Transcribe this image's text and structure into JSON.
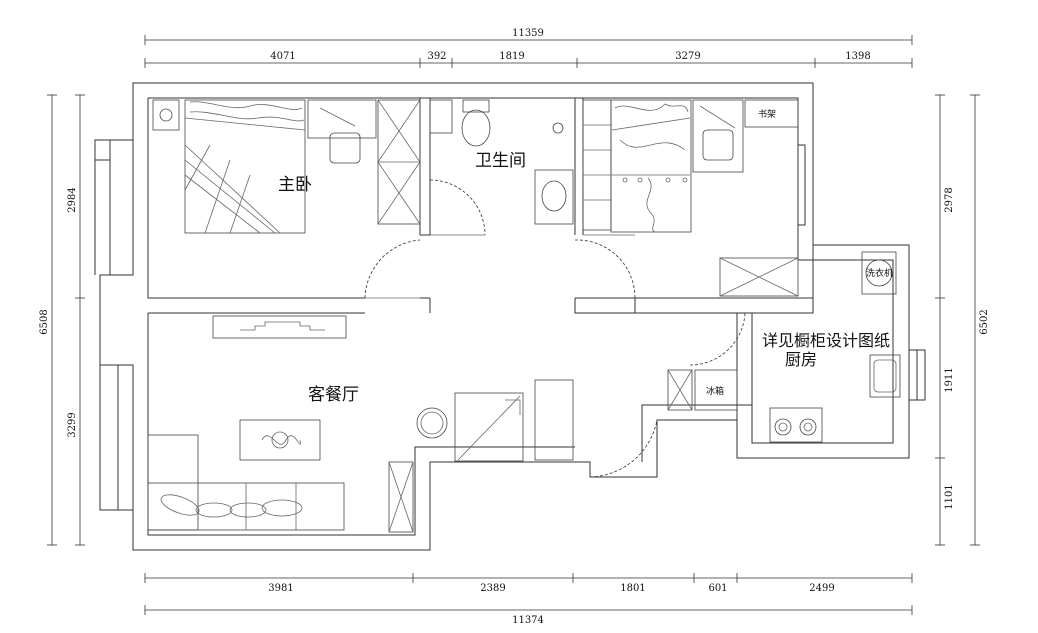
{
  "dimensions": {
    "top_total": "11359",
    "top": [
      "4071",
      "392",
      "1819",
      "3279",
      "1398"
    ],
    "bottom": [
      "3981",
      "2389",
      "1801",
      "601",
      "2499"
    ],
    "bottom_total": "11374",
    "left": [
      "2984",
      "3299"
    ],
    "left_total": "6508",
    "right": [
      "2978",
      "1911",
      "1101"
    ],
    "right_total": "6502"
  },
  "rooms": {
    "master_bedroom": "主卧",
    "bathroom": "卫生间",
    "living_dining": "客餐厅",
    "kitchen": "厨房",
    "cabinet_note": "详见橱柜设计图纸"
  },
  "labels": {
    "bookshelf": "书架",
    "fridge": "冰箱",
    "washer": "洗衣机"
  }
}
